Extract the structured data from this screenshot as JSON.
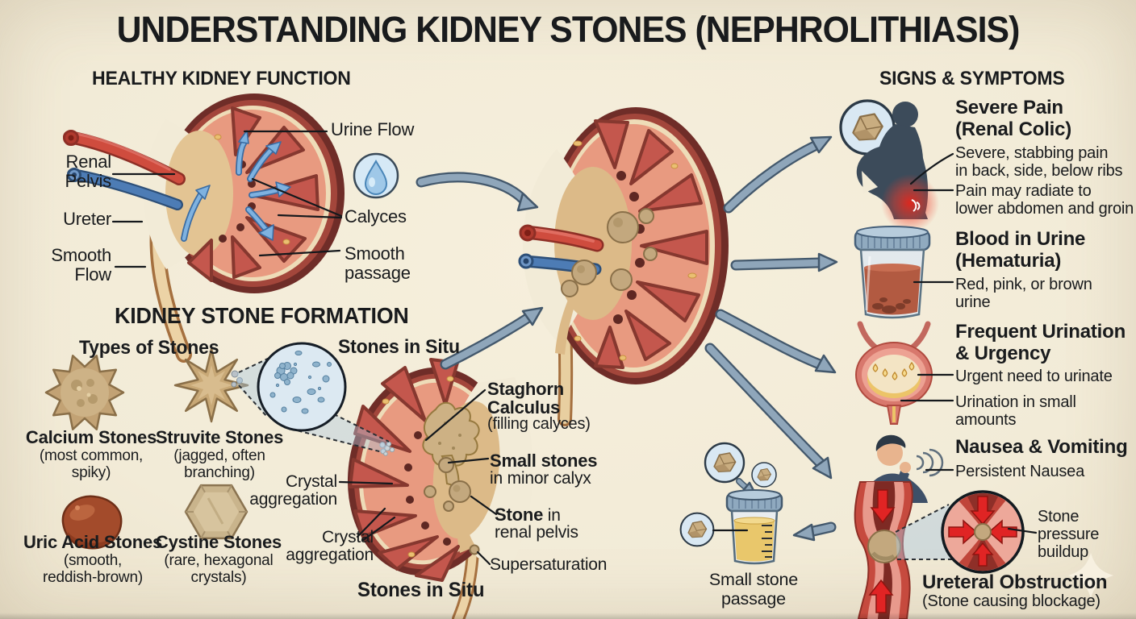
{
  "title": "UNDERSTANDING KIDNEY STONES (NEPHROLITHIASIS)",
  "healthy": {
    "heading": "HEALTHY KIDNEY FUNCTION",
    "labels": {
      "renal_pelvis": "Renal\nPelvis",
      "ureter": "Ureter",
      "smooth_flow": "Smooth\nFlow",
      "urine_flow": "Urine Flow",
      "calyces": "Calyces",
      "smooth_passage": "Smooth\npassage"
    }
  },
  "formation": {
    "heading": "KIDNEY STONE FORMATION",
    "types_heading": "Types of Stones",
    "situ_heading": "Stones in Situ",
    "situ_caption": "Stones in Situ",
    "stone_types": [
      {
        "name": "Calcium Stones",
        "desc": "(most common,\nspiky)"
      },
      {
        "name": "Struvite Stones",
        "desc": "(jagged, often\nbranching)"
      },
      {
        "name": "Uric Acid Stones",
        "desc": "(smooth,\nreddish-brown)"
      },
      {
        "name": "Cystine Stones",
        "desc": "(rare, hexagonal\ncrystals)"
      }
    ],
    "situ_labels": {
      "staghorn_title": "Staghorn\nCalculus",
      "staghorn_sub": "(filling calyces)",
      "small_stones": "Small stones",
      "small_stones_sub": "in minor calyx",
      "stone_bold": "Stone",
      "stone_rest": " in",
      "stone_line2": "renal pelvis",
      "supersaturation": "Supersaturation",
      "crystal_aggregation_1": "Crystal\naggregation",
      "crystal_aggregation_2": "Crystal\naggregation"
    }
  },
  "symptoms": {
    "heading": "SIGNS & SYMPTOMS",
    "items": [
      {
        "title": "Severe Pain\n(Renal Colic)",
        "bullets": [
          "Severe, stabbing pain\nin back, side, below ribs",
          "Pain may radiate to\nlower abdomen and groin"
        ]
      },
      {
        "title": "Blood in Urine\n(Hematuria)",
        "bullets": [
          "Red, pink, or brown\nurine"
        ]
      },
      {
        "title": "Frequent Urination\n& Urgency",
        "bullets": [
          "Urgent need to urinate",
          "Urination in small\namounts"
        ]
      },
      {
        "title": "Nausea & Vomiting",
        "bullets": [
          "Persistent Nausea"
        ]
      },
      {
        "title": "Ureteral Obstruction",
        "subtitle": "(Stone causing blockage)",
        "side_label": "Stone\npressure\nbuildup"
      }
    ]
  },
  "passage": {
    "caption": "Small stone\npassage"
  },
  "colors": {
    "background": "#f2ebd7",
    "arrow": "#8fa6ba",
    "kidney_cortex": "#e89a80",
    "kidney_outline": "#6f2d28",
    "stone": "#c9ad80",
    "alert_red": "#e02424",
    "flow_blue": "#7fb2e0"
  }
}
